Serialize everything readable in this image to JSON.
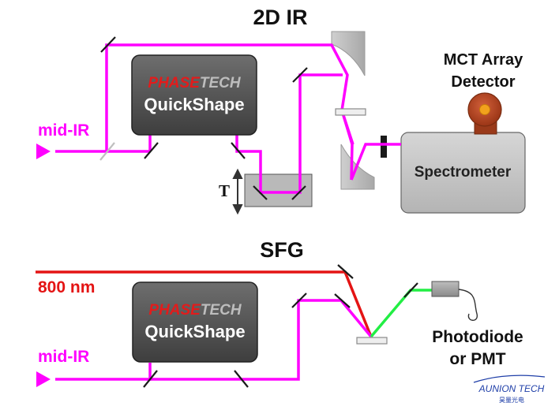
{
  "top": {
    "title": "2D IR",
    "input_label": "mid-IR",
    "shaper": {
      "brand_a": "PHASE",
      "brand_b": "TECH",
      "name": "QuickShape"
    },
    "delay_label": "T",
    "detector_label_1": "MCT Array",
    "detector_label_2": "Detector",
    "spectrometer_label": "Spectrometer"
  },
  "bottom": {
    "title": "SFG",
    "visible_label": "800 nm",
    "input_label": "mid-IR",
    "shaper": {
      "brand_a": "PHASE",
      "brand_b": "TECH",
      "name": "QuickShape"
    },
    "detector_label_1": "Photodiode",
    "detector_label_2": "or PMT"
  },
  "watermark": {
    "brand": "AUNION TECH",
    "sub": "昊量光电"
  },
  "colors": {
    "ir_beam": "#ff00ff",
    "visible_beam": "#e41414",
    "sfg_beam": "#22ee44",
    "label_magenta": "#ff00ff",
    "label_red": "#e41414",
    "brand_red": "#e31b1b",
    "shaper_body": "#555555",
    "detector_orange": "#b8451e",
    "watermark_blue": "#1f3fa8"
  }
}
